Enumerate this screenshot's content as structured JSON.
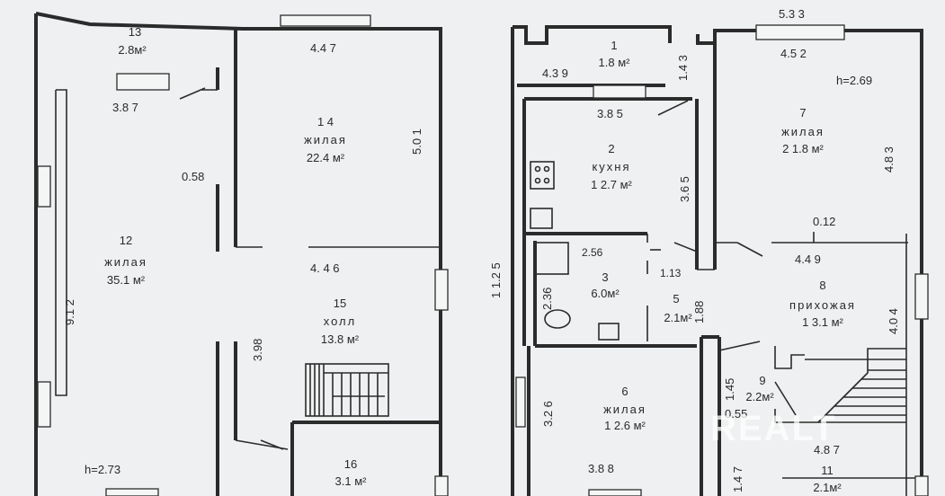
{
  "rooms": [
    {
      "id": "r13",
      "num": "13",
      "name": "",
      "area": "2.8м²"
    },
    {
      "id": "r14",
      "num": "1 4",
      "name": "жилая",
      "area": "22.4 м²"
    },
    {
      "id": "r12",
      "num": "12",
      "name": "жилая",
      "area": "35.1 м²"
    },
    {
      "id": "r15",
      "num": "15",
      "name": "холл",
      "area": "13.8 м²"
    },
    {
      "id": "r16",
      "num": "16",
      "name": "",
      "area": "3.1 м²"
    },
    {
      "id": "r1",
      "num": "1",
      "name": "",
      "area": "1.8 м²"
    },
    {
      "id": "r2",
      "num": "2",
      "name": "кухня",
      "area": "1 2.7 м²"
    },
    {
      "id": "r3",
      "num": "3",
      "name": "",
      "area": "6.0м²"
    },
    {
      "id": "r5",
      "num": "5",
      "name": "",
      "area": "2.1м²"
    },
    {
      "id": "r6",
      "num": "6",
      "name": "жилая",
      "area": "1 2.6 м²"
    },
    {
      "id": "r7",
      "num": "7",
      "name": "жилая",
      "area": "2 1.8 м²"
    },
    {
      "id": "r8",
      "num": "8",
      "name": "прихожая",
      "area": "1 3.1 м²"
    },
    {
      "id": "r9",
      "num": "9",
      "name": "",
      "area": "2.2м²"
    },
    {
      "id": "r11",
      "num": "11",
      "name": "",
      "area": "2.1м²"
    }
  ],
  "dimensions": {
    "d447": "4.4 7",
    "d501": "5.0 1",
    "d387": "3.8 7",
    "d058": "0.58",
    "d912": "9.1 2",
    "d446": "4. 4 6",
    "d398": "3.98",
    "h273": "h=2.73",
    "d533": "5.3 3",
    "d452": "4.5 2",
    "h269": "h=2.69",
    "d439": "4.3 9",
    "d143": "1.4 3",
    "d385": "3.8 5",
    "d365": "3.6 5",
    "d483": "4.8 3",
    "d012": "0.12",
    "d449": "4.4 9",
    "d1125": "1 1.2 5",
    "d256": "2.56",
    "d236": "2.36",
    "d113": "1.13",
    "d188": "1.88",
    "d404": "4.0 4",
    "d326": "3.2 6",
    "d388": "3.8 8",
    "d145": "1.45",
    "d055": "0.55",
    "d487": "4.8 7",
    "d147": "1.4 7"
  },
  "watermark": "REALT"
}
